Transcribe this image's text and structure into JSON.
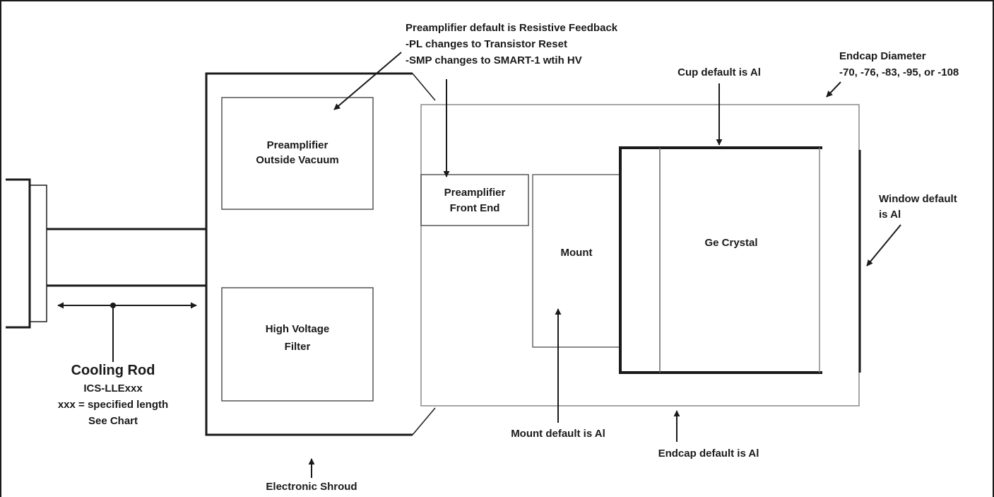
{
  "annotations": {
    "preamp_note": {
      "line1": "Preamplifier default is Resistive Feedback",
      "line2": "-PL changes to Transistor Reset",
      "line3": "-SMP changes to SMART-1 wtih HV"
    },
    "endcap_diameter": {
      "line1": "Endcap Diameter",
      "line2": "-70, -76, -83, -95, or -108"
    },
    "cup_default": "Cup default is Al",
    "window_default": {
      "line1": "Window default",
      "line2": "is Al"
    },
    "mount_default": "Mount default is Al",
    "endcap_default": "Endcap default is Al",
    "electronic_shroud": "Electronic Shroud",
    "cooling_rod": {
      "title": "Cooling Rod",
      "line1": "ICS-LLExxx",
      "line2": "xxx = specified length",
      "line3": "See Chart"
    }
  },
  "components": {
    "preamp_outside": {
      "line1": "Preamplifier",
      "line2": "Outside Vacuum"
    },
    "hv_filter": {
      "line1": "High Voltage",
      "line2": "Filter"
    },
    "preamp_front": {
      "line1": "Preamplifier",
      "line2": "Front End"
    },
    "mount": "Mount",
    "ge_crystal": "Ge Crystal"
  },
  "colors": {
    "line": "#1a1a1a",
    "light_line": "#666666",
    "background": "#ffffff"
  }
}
